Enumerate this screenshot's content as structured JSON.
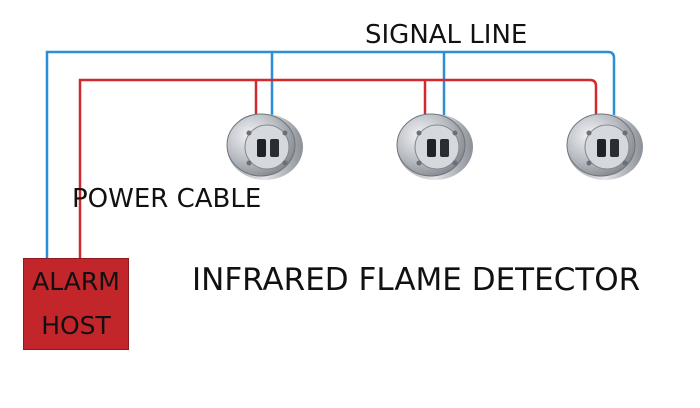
{
  "labels": {
    "signal_line": "SIGNAL LINE",
    "power_cable": "POWER CABLE",
    "product": "INFRARED FLAME DETECTOR"
  },
  "alarm_host": {
    "line1": "ALARM",
    "line2": "HOST"
  },
  "detectors": [
    {
      "id": 1
    },
    {
      "id": 2
    },
    {
      "id": 3
    }
  ],
  "colors": {
    "signal_wire": "#2a8fd6",
    "power_wire": "#d3282d",
    "alarm_box": "#c2262b",
    "detector_body": "#b8bcc2"
  }
}
